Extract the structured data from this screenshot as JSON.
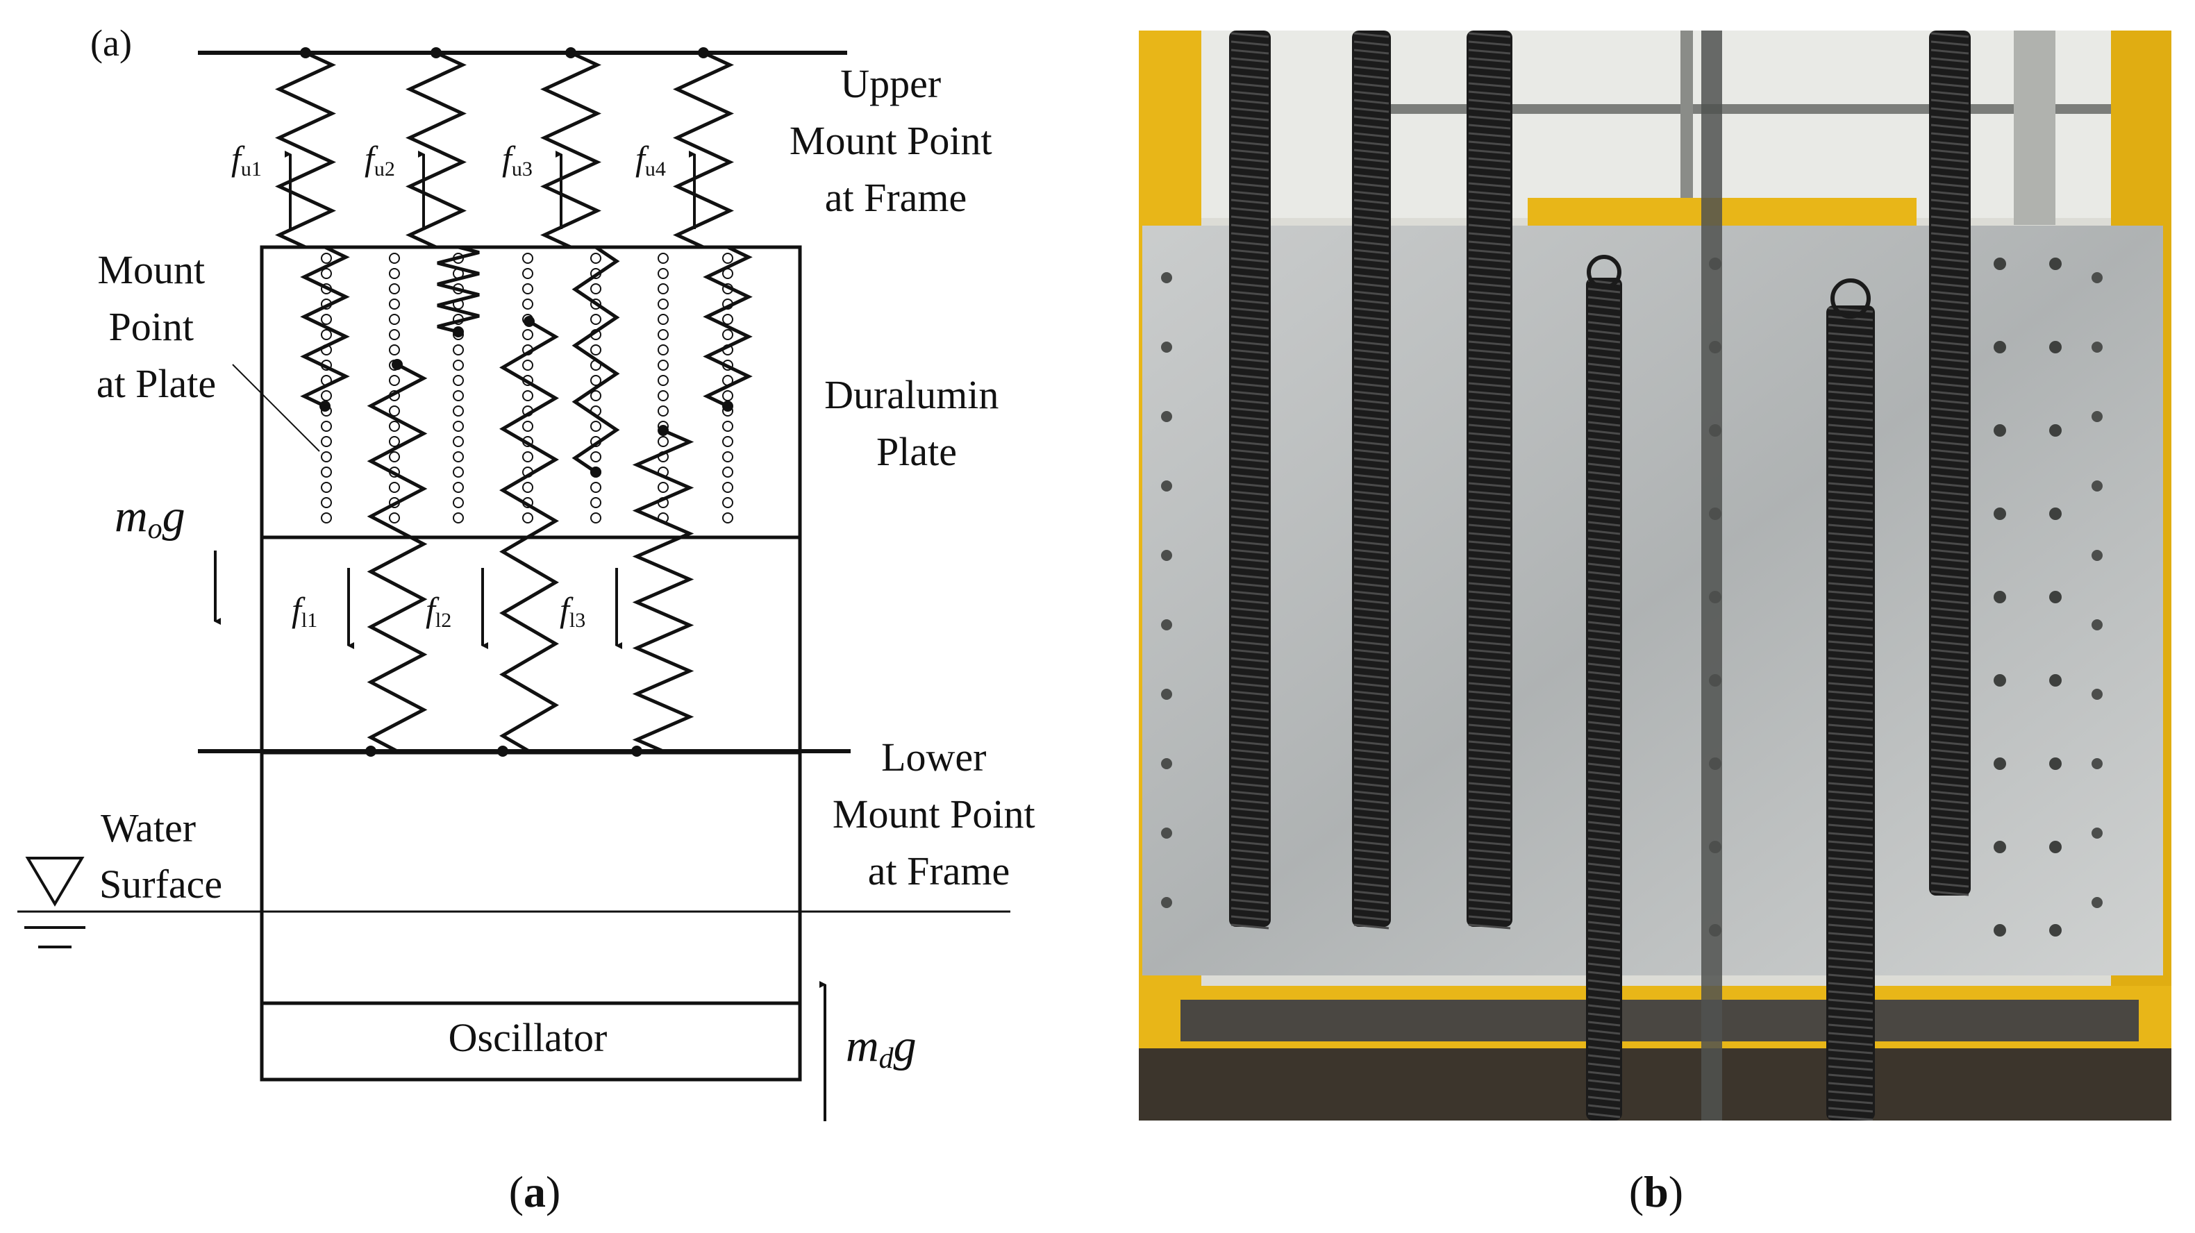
{
  "panel_a": {
    "corner_label": "(a)",
    "upper_mount": [
      "Upper",
      "Mount Point",
      "at Frame"
    ],
    "mount_point_plate": [
      "Mount",
      "Point",
      "at Plate"
    ],
    "plate": [
      "Duralumin",
      "Plate"
    ],
    "lower_mount": [
      "Lower",
      "Mount Point",
      "at Frame"
    ],
    "water": [
      "Water",
      "Surface"
    ],
    "oscillator": "Oscillator",
    "weight_plate": {
      "m": "m",
      "sub": "o",
      "g": "g"
    },
    "weight_oscillator": {
      "m": "m",
      "sub": "d",
      "g": "g"
    },
    "upper_forces": [
      {
        "f": "f",
        "sub": "u1"
      },
      {
        "f": "f",
        "sub": "u2"
      },
      {
        "f": "f",
        "sub": "u3"
      },
      {
        "f": "f",
        "sub": "u4"
      }
    ],
    "lower_forces": [
      {
        "f": "f",
        "sub": "l1"
      },
      {
        "f": "f",
        "sub": "l2"
      },
      {
        "f": "f",
        "sub": "l3"
      }
    ]
  },
  "captions": {
    "a": "(a)",
    "b": "(b)"
  },
  "photo": {
    "subject": "experimental-rig-photo",
    "colors": {
      "frame": "#e8b618",
      "plate": "#b9bcbc",
      "spring": "#1b1b1b",
      "background": "#dcdcd6"
    }
  }
}
